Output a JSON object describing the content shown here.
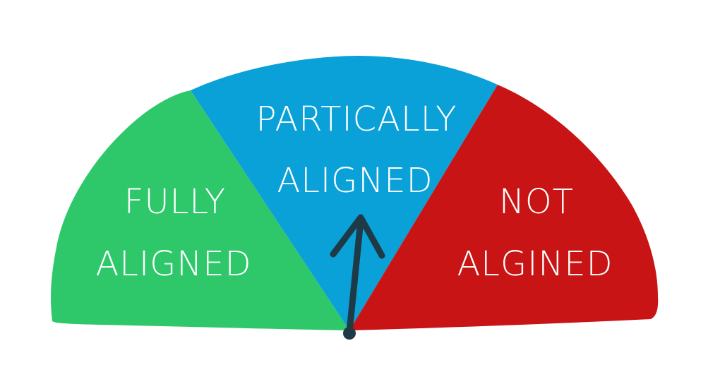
{
  "gauge": {
    "segments": [
      {
        "id": "fully",
        "line1": "FULLY",
        "line2": "ALIGNED",
        "color": "#2ec86a"
      },
      {
        "id": "partially",
        "line1": "PARTICALLY",
        "line2": "ALIGNED",
        "color": "#0aa1d8"
      },
      {
        "id": "not",
        "line1": "NOT",
        "line2": "ALGINED",
        "color": "#c81414"
      }
    ],
    "needle_color": "#1f3a47",
    "needle_points_to": "PARTICALLY ALIGNED"
  }
}
